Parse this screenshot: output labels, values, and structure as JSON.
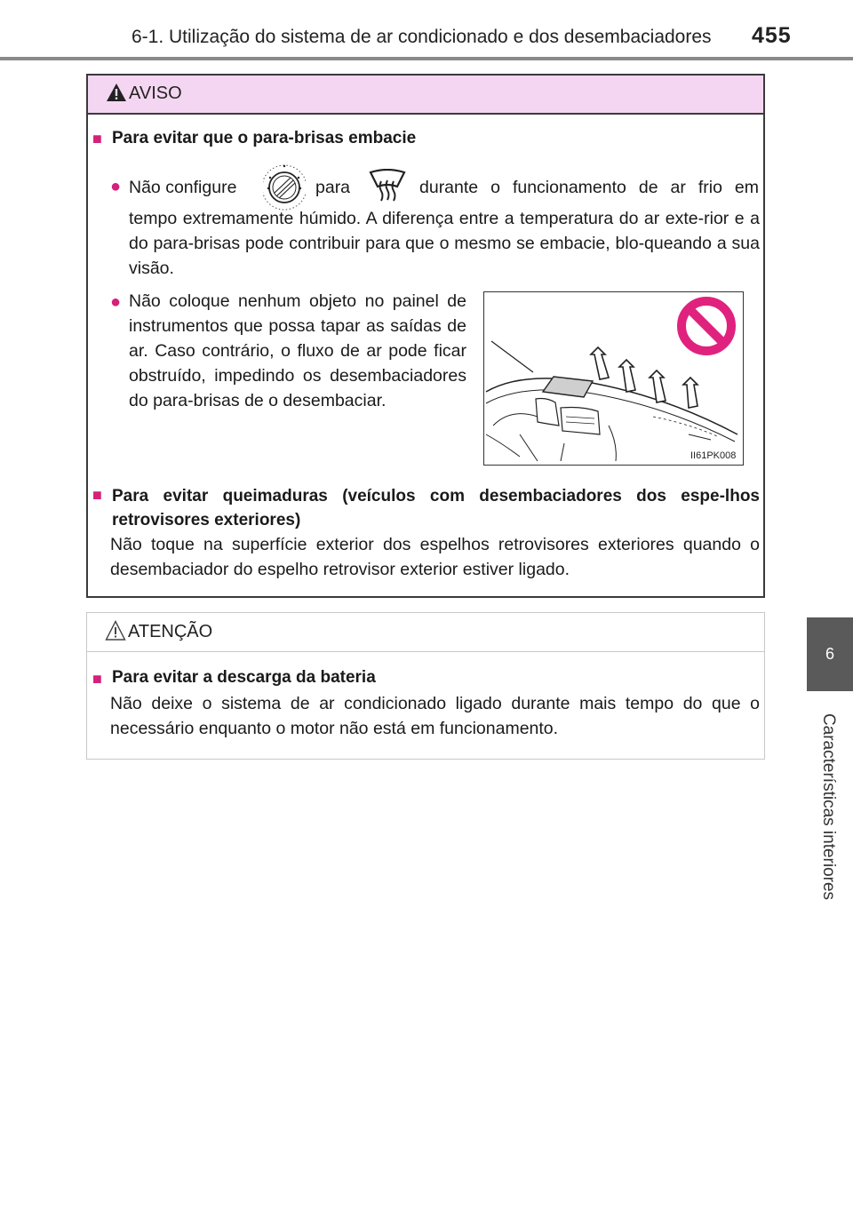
{
  "header": {
    "title": "6-1. Utilização do sistema de ar condicionado e dos desembaciadores",
    "page_number": "455"
  },
  "side_tab": {
    "chapter_number": "6",
    "chapter_label": "Características interiores"
  },
  "warning": {
    "title": "AVISO",
    "sections": [
      {
        "heading": "Para evitar que o para-brisas embacie",
        "bullets": [
          {
            "part1": "Não configure",
            "part2": "para",
            "part3": "durante o funcionamento de ar frio em",
            "continuation": "tempo extremamente húmido. A diferença entre a temperatura do ar exte-rior e a do para-brisas pode contribuir para que o mesmo se embacie, blo-queando a sua visão.",
            "icon1": "mode-dial-icon",
            "icon2": "windshield-defroster-icon"
          },
          {
            "text": "Não coloque nenhum objeto no painel de instrumentos que possa tapar as saídas de ar. Caso contrário, o fluxo de ar pode ficar obstruído, impedindo os desembaciadores do para-brisas de o desembaciar.",
            "figure_code": "II61PK008"
          }
        ]
      },
      {
        "heading": "Para evitar queimaduras (veículos com desembaciadores dos espe-lhos retrovisores exteriores)",
        "body": "Não toque na superfície exterior dos espelhos retrovisores exteriores quando o desembaciador do espelho retrovisor exterior estiver ligado."
      }
    ]
  },
  "caution": {
    "title": "ATENÇÃO",
    "heading": "Para evitar a descarga da bateria",
    "body": "Não deixe o sistema de ar condicionado ligado durante mais tempo do que o necessário enquanto o motor não está em funcionamento."
  },
  "colors": {
    "accent": "#d4217a",
    "warning_header_bg": "#f5d6f2",
    "side_tab_bg": "#5a5a5a"
  }
}
